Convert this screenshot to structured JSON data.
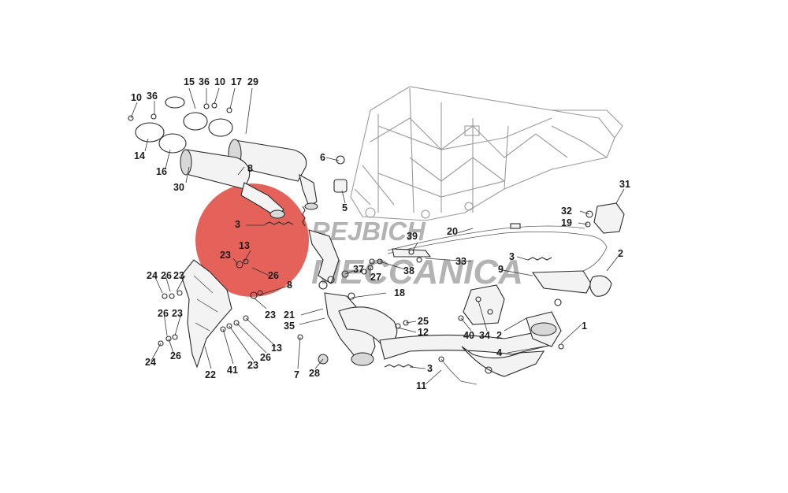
{
  "watermark": {
    "line1": "REJBICH",
    "line2": "MECCANICA",
    "circle_color": "#e0463d",
    "text_color": "#9a9a9a"
  },
  "callouts": [
    "10",
    "36",
    "15",
    "36",
    "10",
    "17",
    "29",
    "14",
    "16",
    "30",
    "8",
    "6",
    "5",
    "31",
    "32",
    "19",
    "3",
    "2",
    "39",
    "20",
    "13",
    "23",
    "33",
    "24",
    "26",
    "23",
    "26",
    "37",
    "27",
    "38",
    "3",
    "9",
    "8",
    "18",
    "26",
    "23",
    "23",
    "21",
    "35",
    "25",
    "12",
    "40",
    "34",
    "2",
    "1",
    "4",
    "24",
    "26",
    "22",
    "41",
    "23",
    "26",
    "13",
    "7",
    "28",
    "3",
    "11"
  ]
}
